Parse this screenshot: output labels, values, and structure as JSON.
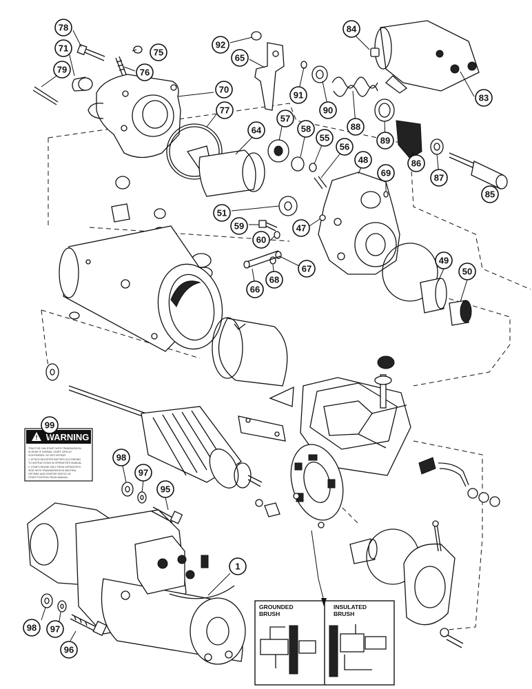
{
  "diagram": {
    "callouts": [
      "78",
      "71",
      "75",
      "76",
      "79",
      "92",
      "65",
      "84",
      "70",
      "91",
      "90",
      "88",
      "83",
      "77",
      "57",
      "58",
      "55",
      "64",
      "56",
      "48",
      "69",
      "89",
      "86",
      "87",
      "85",
      "51",
      "59",
      "60",
      "47",
      "67",
      "68",
      "66",
      "49",
      "50",
      "99",
      "98",
      "97",
      "95",
      "1",
      "98",
      "97",
      "96"
    ],
    "warning_label": {
      "heading": "WARNING",
      "body_lines": [
        "TRACTOR CAN START WITH TRANSMISSION",
        "IN GEAR IF NORMAL START CIRCUIT",
        "IS BYPASSED. DO NOT BYPASS",
        "1. ATTACH BOOSTER BATTERY ACCORDING",
        "TO INSTRUCTIONS IN OPERATOR'S MANUAL.",
        "2. START ENGINE ONLY FROM OPERATOR'S",
        "SEAT WITH TRANSMISSION IN NEUTRAL",
        "OR PARK AND STARTER SWITCH IN",
        "START POSITION. READ MANUAL."
      ]
    },
    "inset_labels": {
      "grounded": [
        "GROUNDED",
        "BRUSH"
      ],
      "insulated": [
        "INSULATED",
        "BRUSH"
      ]
    }
  }
}
